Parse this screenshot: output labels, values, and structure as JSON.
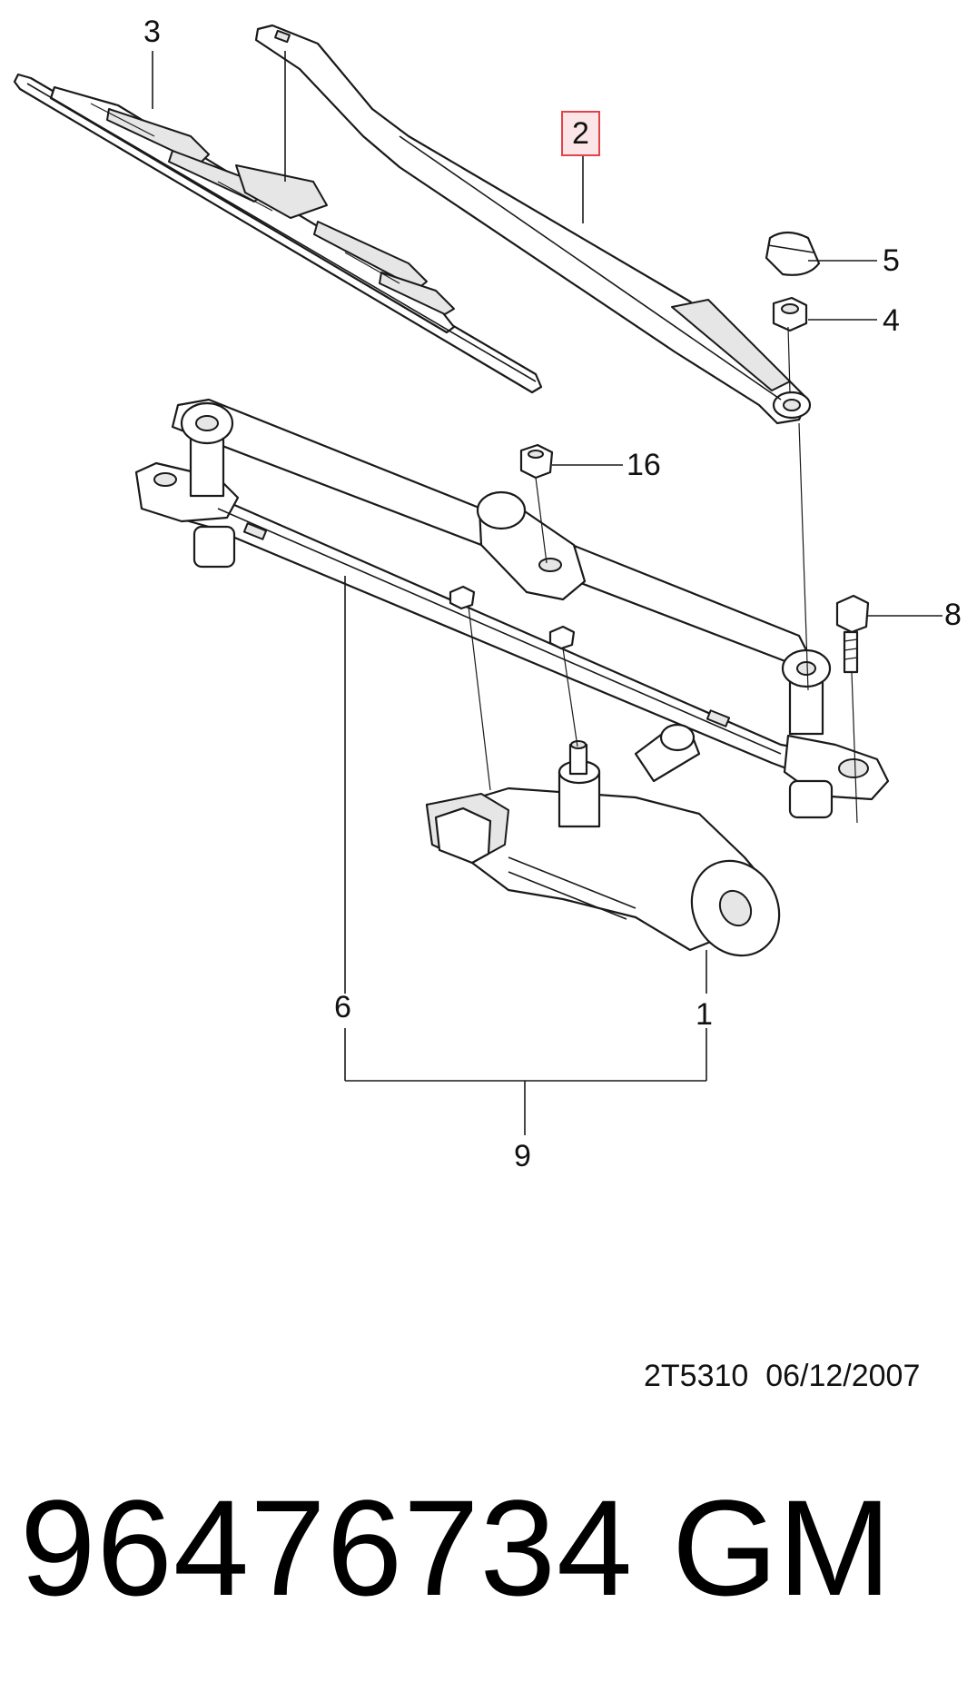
{
  "callouts": [
    {
      "id": "3",
      "label": "3"
    },
    {
      "id": "2",
      "label": "2",
      "highlighted": true
    },
    {
      "id": "5",
      "label": "5"
    },
    {
      "id": "4",
      "label": "4"
    },
    {
      "id": "16",
      "label": "16"
    },
    {
      "id": "8",
      "label": "8"
    },
    {
      "id": "6",
      "label": "6"
    },
    {
      "id": "1",
      "label": "1"
    },
    {
      "id": "9",
      "label": "9"
    }
  ],
  "highlight_color": "#e0444a",
  "highlight_fill": "#fbe5e6",
  "doc_code": "2T5310  06/12/2007",
  "part_number": "96476734",
  "brand": "GM"
}
